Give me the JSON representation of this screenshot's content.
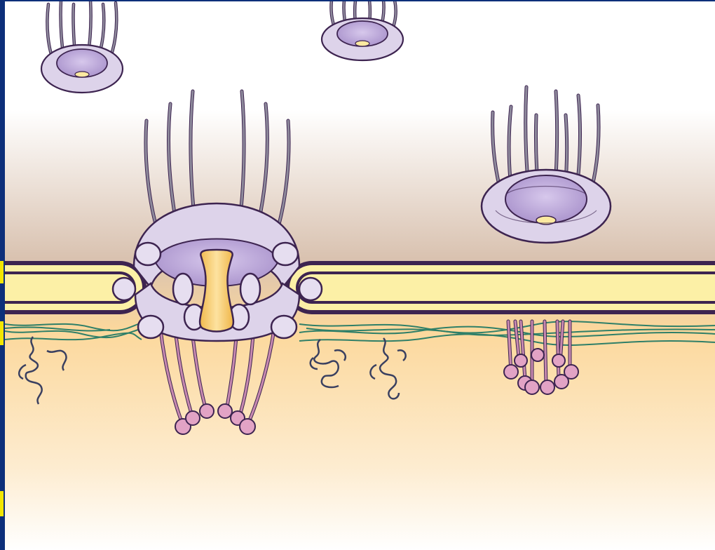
{
  "figure": {
    "caption": ""
  },
  "colors": {
    "frame": "#0d2f7a",
    "marker": "#f2e600",
    "background_top": "#ffffff",
    "background_mid": "#dcc6b6",
    "membrane_fill": "#fcf0a6",
    "membrane_outline": "#3d2450",
    "nucleoplasm": "#fbd99a",
    "lamina": "#2f7f68",
    "pore_ring": "#d8cde6",
    "pore_inner": "#b59fd2",
    "filament": "#6c6a78",
    "central_plug": "#f6cb6d",
    "basket_bead": "#e2a3c5",
    "chromatin": "#3a4060"
  },
  "components": [
    "outer-membrane",
    "inner-membrane",
    "nuclear-lamina",
    "pore-complex-main",
    "pore-complex-top-left",
    "pore-complex-top-center",
    "pore-complex-right-detached",
    "nuclear-basket-main",
    "nuclear-basket-right",
    "chromatin-left",
    "chromatin-center-left",
    "chromatin-center-right"
  ]
}
